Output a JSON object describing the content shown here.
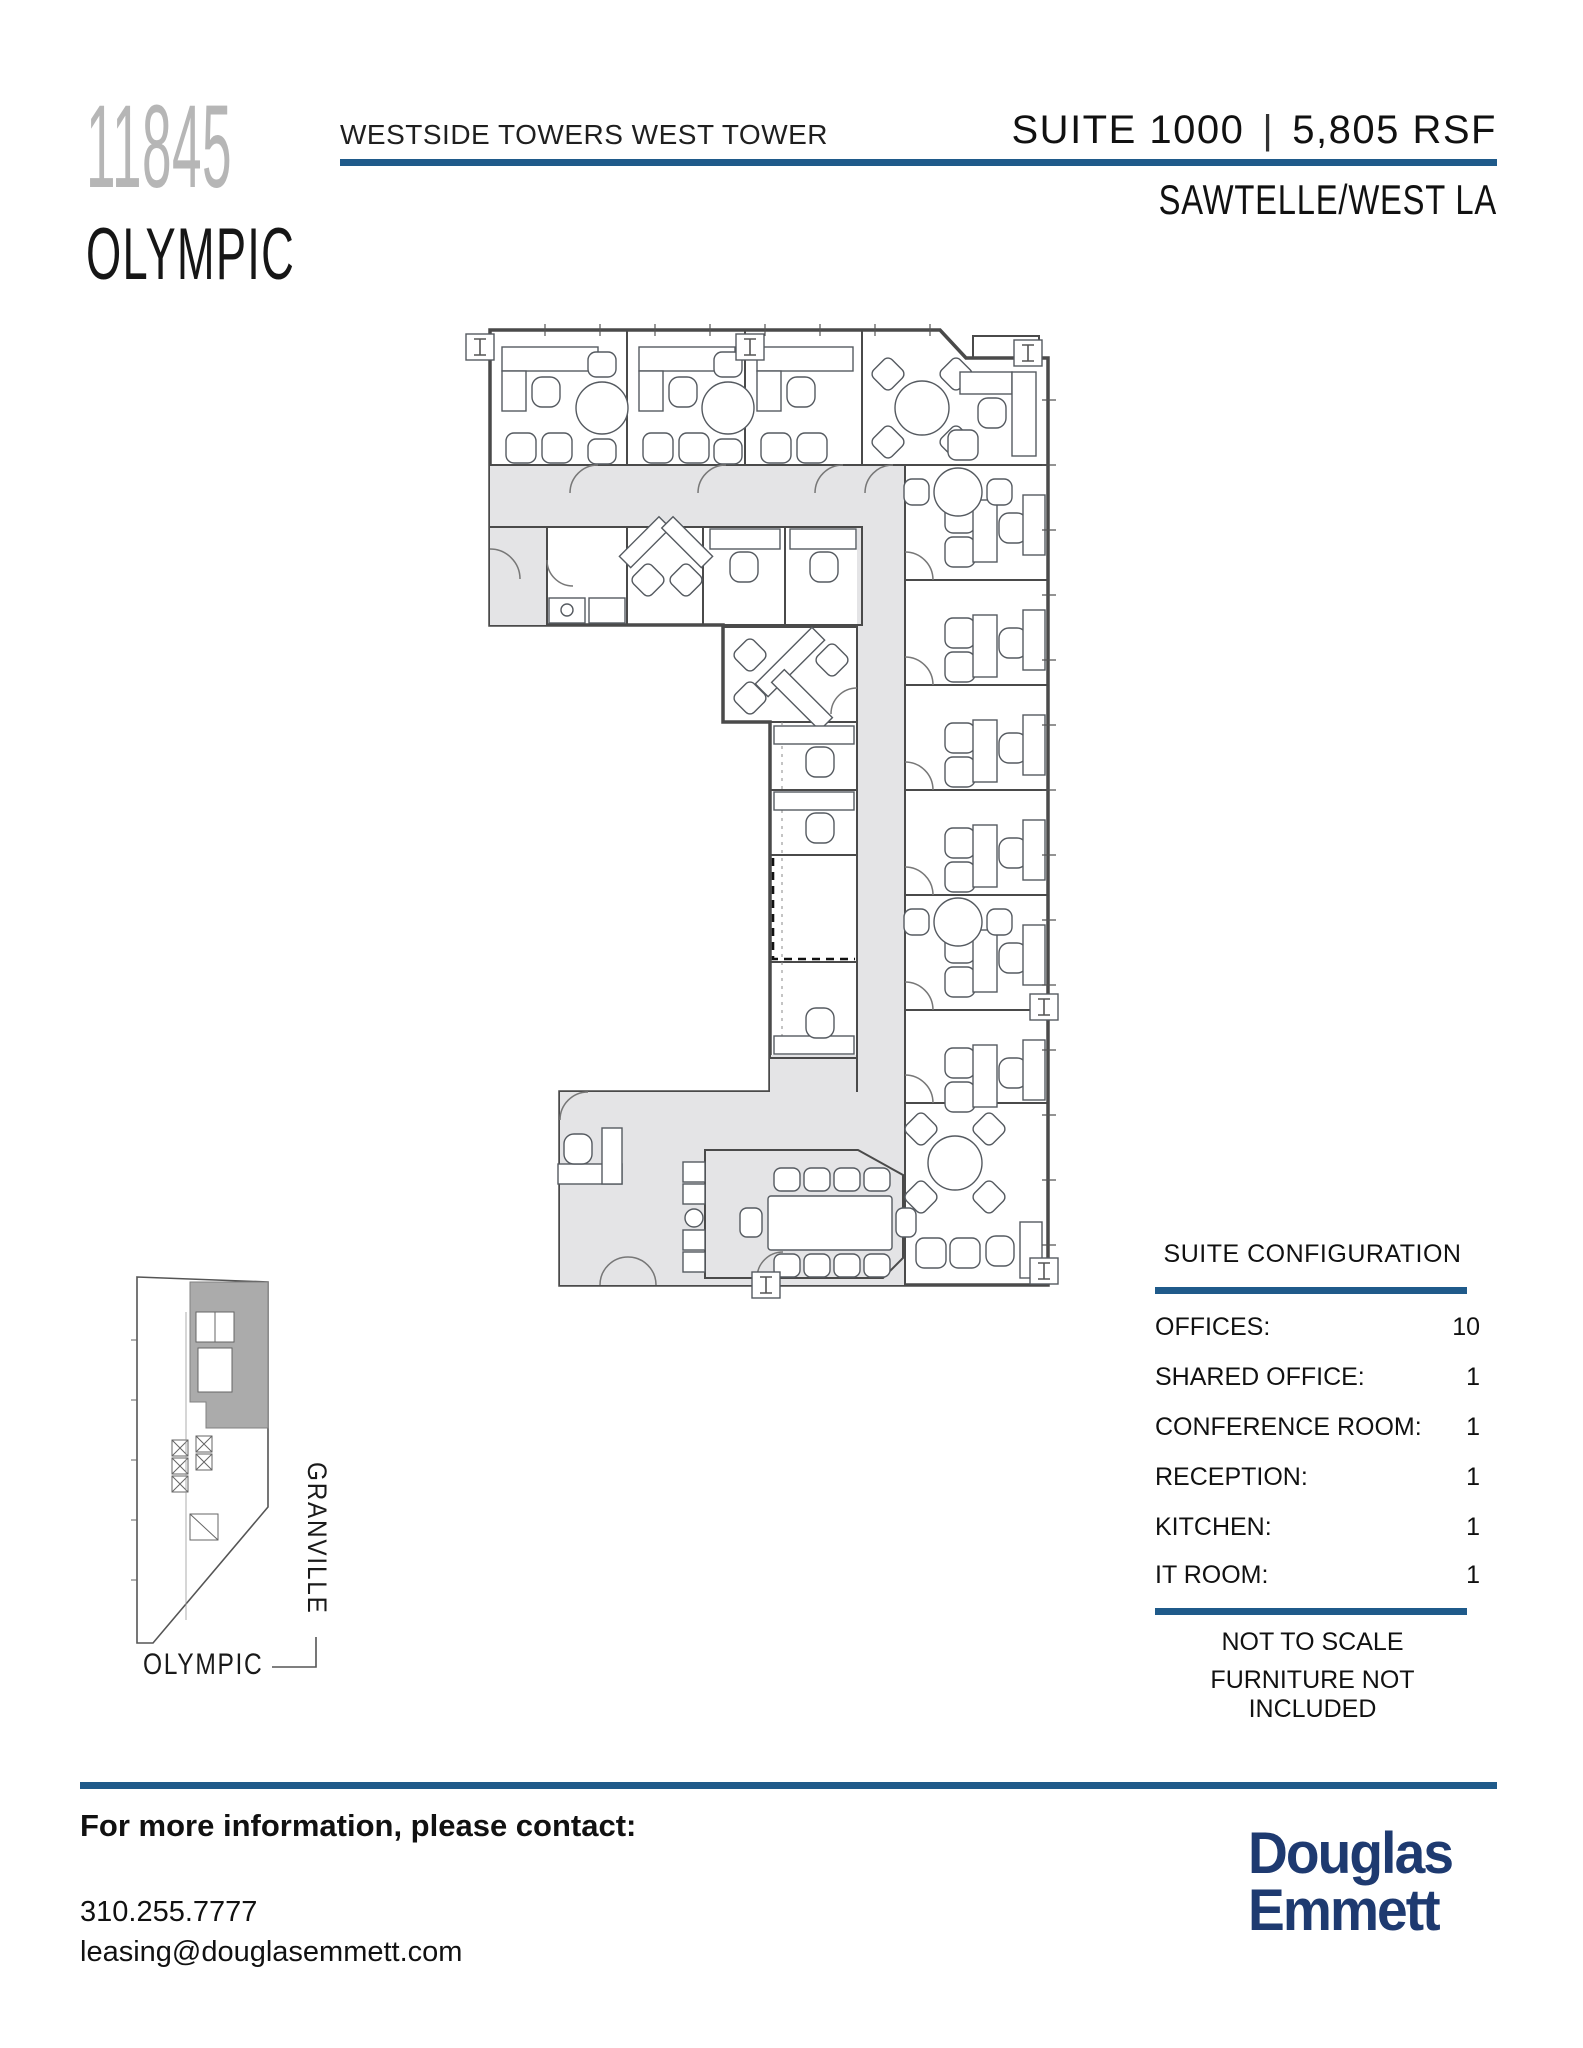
{
  "header": {
    "building_number": "11845",
    "building_name": "OLYMPIC",
    "property_name": "WESTSIDE TOWERS WEST TOWER",
    "suite_label": "SUITE 1000",
    "divider": "|",
    "area_label": "5,805 RSF",
    "submarket": "SAWTELLE/WEST LA"
  },
  "suite_configuration": {
    "title": "SUITE CONFIGURATION",
    "rows": [
      {
        "label": "OFFICES:",
        "value": "10"
      },
      {
        "label": "SHARED OFFICE:",
        "value": "1"
      },
      {
        "label": "CONFERENCE ROOM:",
        "value": "1"
      },
      {
        "label": "RECEPTION:",
        "value": "1"
      },
      {
        "label": "KITCHEN:",
        "value": "1"
      },
      {
        "label": "IT ROOM:",
        "value": "1"
      }
    ],
    "note_1": "NOT TO SCALE",
    "note_2": "FURNITURE NOT INCLUDED"
  },
  "key_map": {
    "street_side": "GRANVILLE",
    "street_bottom": "OLYMPIC"
  },
  "footer": {
    "contact_heading": "For more information, please contact:",
    "phone": "310.255.7777",
    "email": "leasing@douglasemmett.com",
    "logo_top": "Douglas",
    "logo_bottom": "Emmett"
  },
  "colors": {
    "accent_blue": "#1f5a8a",
    "logo_navy": "#1e3a70",
    "room_blue": "#cfdcec",
    "corridor_gray": "#e4e4e6",
    "keymap_gray": "#ababab",
    "wall_gray": "#4a4a4a"
  }
}
